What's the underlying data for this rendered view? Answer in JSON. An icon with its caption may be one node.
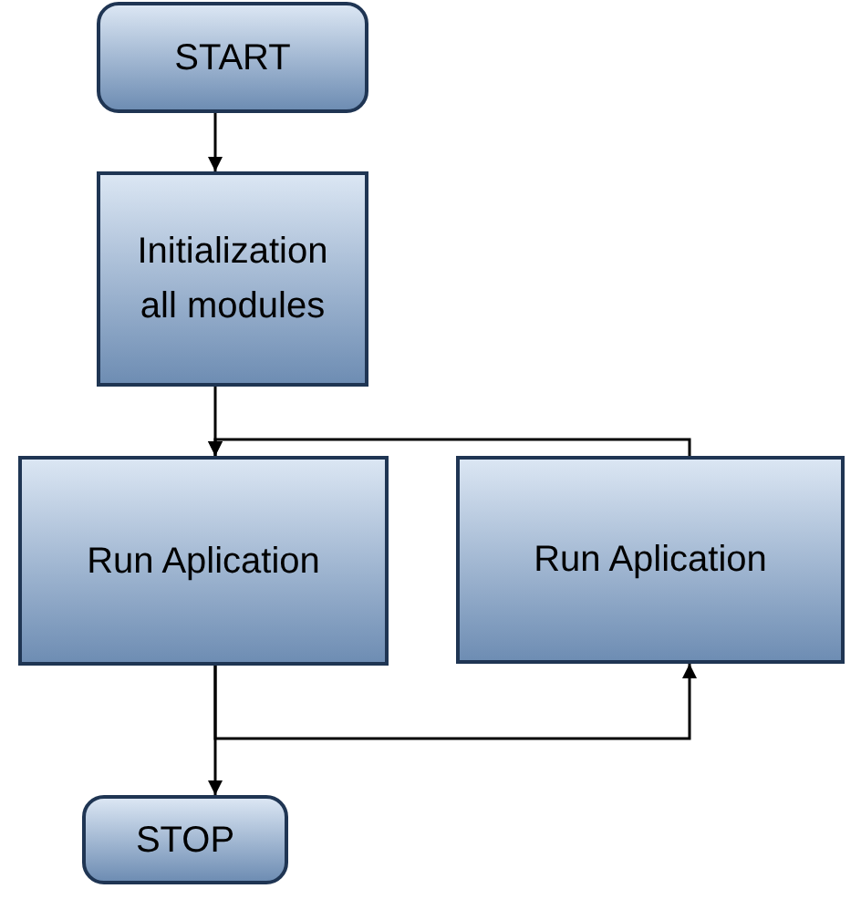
{
  "diagram": {
    "nodes": [
      {
        "text": [
          "START"
        ]
      },
      {
        "text": [
          "Initialization all modules"
        ]
      },
      {
        "text": [
          "Run Aplication"
        ]
      },
      {
        "text": [
          "Run Aplication"
        ]
      },
      {
        "text": [
          "STOP"
        ]
      }
    ],
    "edges": [
      {
        "from": 0,
        "to": 1,
        "arrow": "to"
      },
      {
        "from": 1,
        "to": 2,
        "arrow": "to"
      },
      {
        "from": 3,
        "to": 2,
        "arrow": "to"
      },
      {
        "from": 2,
        "to": 4,
        "arrow": "to"
      },
      {
        "from": 2,
        "to": 3,
        "arrow": "to"
      }
    ]
  }
}
